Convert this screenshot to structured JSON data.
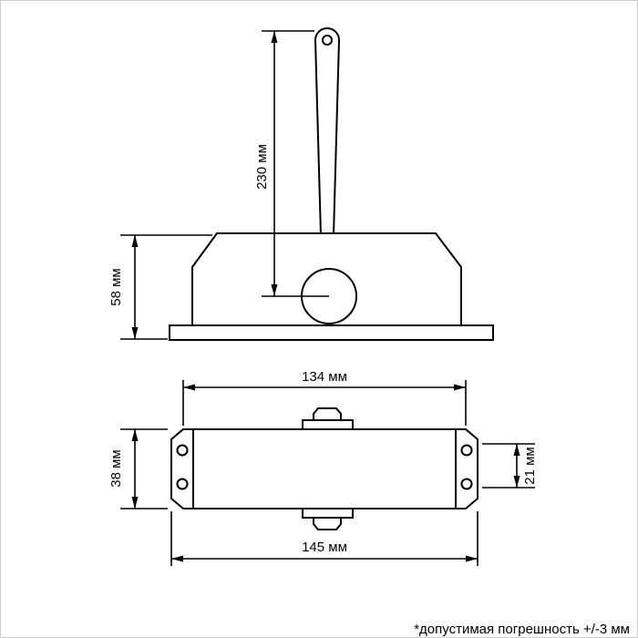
{
  "drawing": {
    "footer_note": "*допустимая погрешность +/-3 мм",
    "side_view": {
      "arm_length": {
        "label": "230 мм",
        "value_mm": 230
      },
      "body_height": {
        "label": "58 мм",
        "value_mm": 58
      }
    },
    "top_view": {
      "mounting_length": {
        "label": "134 мм",
        "value_mm": 134
      },
      "body_width": {
        "label": "38 мм",
        "value_mm": 38
      },
      "hole_spacing": {
        "label": "21 мм",
        "value_mm": 21
      },
      "overall_length": {
        "label": "145 мм",
        "value_mm": 145
      }
    }
  }
}
